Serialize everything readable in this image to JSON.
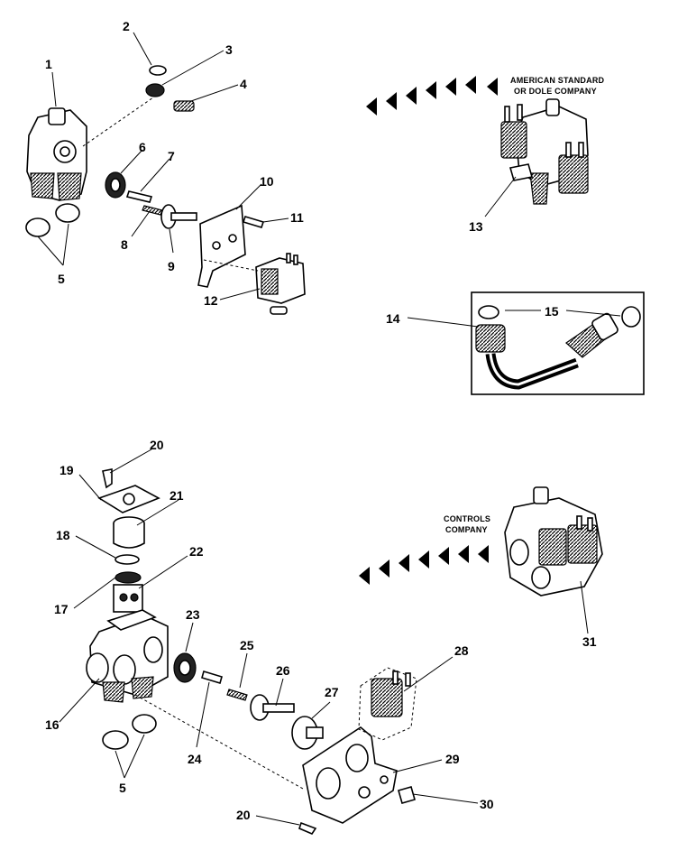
{
  "callouts": {
    "c1": "1",
    "c2": "2",
    "c3": "3",
    "c4": "4",
    "c5a": "5",
    "c6": "6",
    "c7": "7",
    "c8": "8",
    "c9": "9",
    "c10": "10",
    "c11": "11",
    "c12": "12",
    "c13": "13",
    "c14": "14",
    "c15": "15",
    "c16": "16",
    "c17": "17",
    "c18": "18",
    "c19": "19",
    "c20a": "20",
    "c21": "21",
    "c22": "22",
    "c23": "23",
    "c24": "24",
    "c25": "25",
    "c26": "26",
    "c27": "27",
    "c28": "28",
    "c29": "29",
    "c20b": "20",
    "c30": "30",
    "c31": "31",
    "c5b": "5"
  },
  "captions": {
    "american_line1": "AMERICAN STANDARD",
    "american_line2": "OR DOLE COMPANY",
    "controls_line1": "CONTROLS",
    "controls_line2": "COMPANY"
  }
}
